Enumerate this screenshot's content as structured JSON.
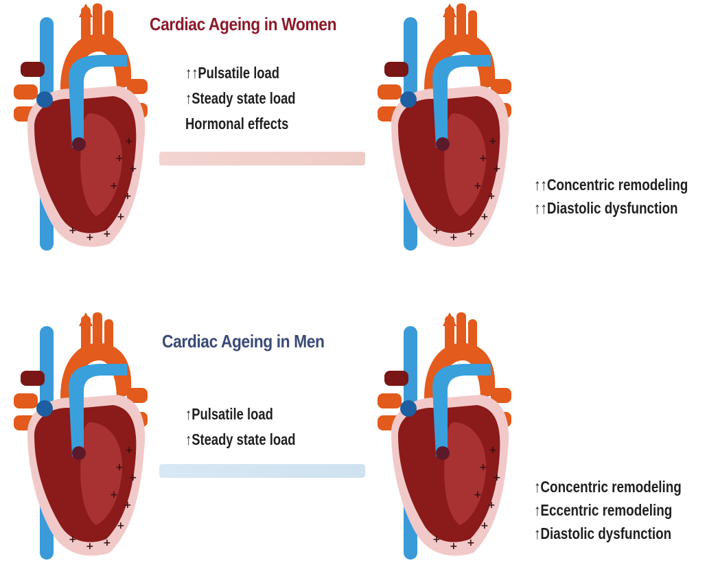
{
  "colors": {
    "aorta": "#e25a1c",
    "vena_cava": "#3a9bd8",
    "myocardium": "#8b1a1a",
    "pericardium": "#f2c9c9",
    "women_title": "#8b1a2a",
    "men_title": "#3a4a78",
    "women_arrow": "#f2cfcb",
    "men_arrow": "#d4e6f3"
  },
  "women": {
    "title": "Cardiac Ageing in Women",
    "factors": [
      "↑↑Pulsatile load",
      "↑Steady state load",
      "Hormonal effects"
    ],
    "outcomes": [
      "↑↑Concentric remodeling",
      "↑↑Diastolic dysfunction"
    ]
  },
  "men": {
    "title": "Cardiac Ageing in  Men",
    "factors": [
      "↑Pulsatile load",
      "↑Steady state load"
    ],
    "outcomes": [
      "↑Concentric remodeling",
      "↑Eccentric remodeling",
      "↑Diastolic dysfunction"
    ]
  },
  "icons": [
    "heart-illustration",
    "right-arrow"
  ]
}
